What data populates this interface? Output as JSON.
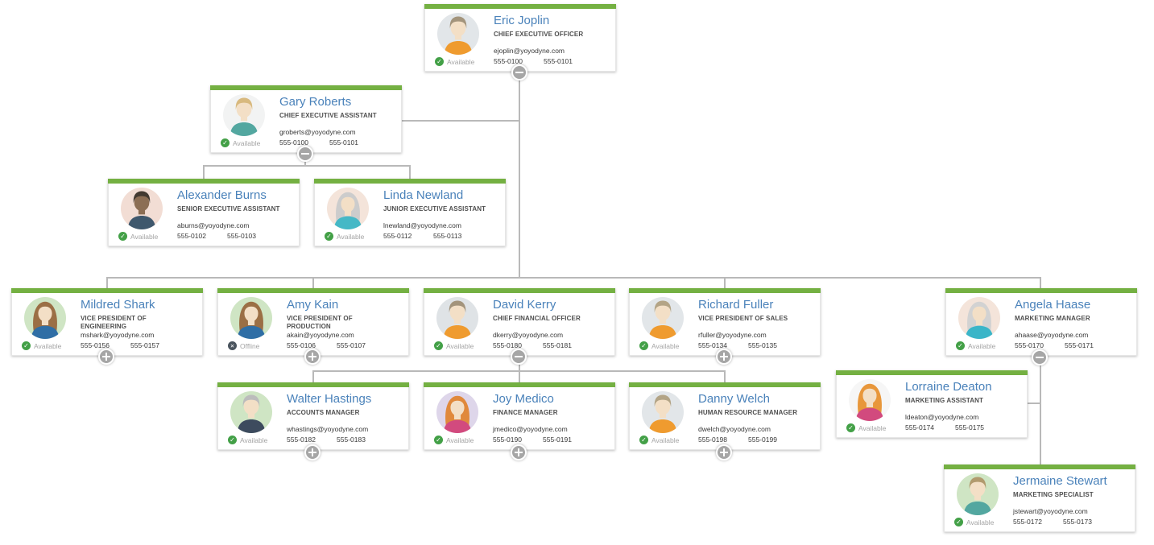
{
  "theme": {
    "accent_green": "#74b042",
    "name_link_color": "#4a82ba",
    "connector_color": "#b9b9b9",
    "available_color": "#43a047",
    "offline_color": "#4a545e"
  },
  "people": [
    {
      "name": "Eric Joplin",
      "title": "CHIEF EXECUTIVE OFFICER",
      "email": "ejoplin@yoyodyne.com",
      "phone1": "555-0100",
      "phone2": "555-0101",
      "status": "Available",
      "status_type": "available",
      "reports_to": null,
      "avatar": {
        "style": "male",
        "bg": "#e2e6e9",
        "hair": "#a3947c",
        "skin": "#f3dfc6",
        "shirt": "#ef9b2f"
      }
    },
    {
      "name": "Gary Roberts",
      "title": "CHIEF EXECUTIVE ASSISTANT",
      "email": "groberts@yoyodyne.com",
      "phone1": "555-0100",
      "phone2": "555-0101",
      "status": "Available",
      "status_type": "available",
      "reports_to": "Eric Joplin",
      "avatar": {
        "style": "male",
        "bg": "#f2f3f3",
        "hair": "#d8b97e",
        "skin": "#f3dfc6",
        "shirt": "#53a7a0"
      }
    },
    {
      "name": "Alexander Burns",
      "title": "SENIOR EXECUTIVE ASSISTANT",
      "email": "aburns@yoyodyne.com",
      "phone1": "555-0102",
      "phone2": "555-0103",
      "status": "Available",
      "status_type": "available",
      "reports_to": "Gary Roberts",
      "avatar": {
        "style": "male",
        "bg": "#f2ddd4",
        "hair": "#433a31",
        "skin": "#8c6e54",
        "shirt": "#3f586d"
      }
    },
    {
      "name": "Linda Newland",
      "title": "JUNIOR EXECUTIVE ASSISTANT",
      "email": "lnewland@yoyodyne.com",
      "phone1": "555-0112",
      "phone2": "555-0113",
      "status": "Available",
      "status_type": "available",
      "reports_to": "Gary Roberts",
      "avatar": {
        "style": "female",
        "bg": "#f4e4da",
        "hair": "#cccccc",
        "skin": "#f3dfc6",
        "shirt": "#45b8c6"
      }
    },
    {
      "name": "Mildred Shark",
      "title": "VICE PRESIDENT OF ENGINEERING",
      "email": "mshark@yoyodyne.com",
      "phone1": "555-0156",
      "phone2": "555-0157",
      "status": "Available",
      "status_type": "available",
      "reports_to": "Eric Joplin",
      "avatar": {
        "style": "female",
        "bg": "#cfe5c4",
        "hair": "#9b6f45",
        "skin": "#f3dfc6",
        "shirt": "#2f6ea5"
      }
    },
    {
      "name": "Amy Kain",
      "title": "VICE PRESIDENT OF PRODUCTION",
      "email": "akain@yoyodyne.com",
      "phone1": "555-0106",
      "phone2": "555-0107",
      "status": "Offline",
      "status_type": "offline",
      "reports_to": "Eric Joplin",
      "avatar": {
        "style": "female",
        "bg": "#cfe5c4",
        "hair": "#9b6f45",
        "skin": "#f3dfc6",
        "shirt": "#2f6ea5"
      }
    },
    {
      "name": "David Kerry",
      "title": "CHIEF FINANCIAL OFFICER",
      "email": "dkerry@yoyodyne.com",
      "phone1": "555-0180",
      "phone2": "555-0181",
      "status": "Available",
      "status_type": "available",
      "reports_to": "Eric Joplin",
      "avatar": {
        "style": "male",
        "bg": "#dfe3e6",
        "hair": "#a3947c",
        "skin": "#f3dfc6",
        "shirt": "#ef9b2f"
      }
    },
    {
      "name": "Richard Fuller",
      "title": "VICE PRESIDENT OF SALES",
      "email": "rfuller@yoyodyne.com",
      "phone1": "555-0134",
      "phone2": "555-0135",
      "status": "Available",
      "status_type": "available",
      "reports_to": "Eric Joplin",
      "avatar": {
        "style": "male",
        "bg": "#e2e6e9",
        "hair": "#b3a486",
        "skin": "#f3dfc6",
        "shirt": "#ef9b2f"
      }
    },
    {
      "name": "Angela Haase",
      "title": "MARKETING MANAGER",
      "email": "ahaase@yoyodyne.com",
      "phone1": "555-0170",
      "phone2": "555-0171",
      "status": "Available",
      "status_type": "available",
      "reports_to": "Eric Joplin",
      "avatar": {
        "style": "female",
        "bg": "#f4e4da",
        "hair": "#d2d2d2",
        "skin": "#f3dfc6",
        "shirt": "#3ab5c8"
      }
    },
    {
      "name": "Walter Hastings",
      "title": "ACCOUNTS MANAGER",
      "email": "whastings@yoyodyne.com",
      "phone1": "555-0182",
      "phone2": "555-0183",
      "status": "Available",
      "status_type": "available",
      "reports_to": "David Kerry",
      "avatar": {
        "style": "male",
        "bg": "#cfe5c4",
        "hair": "#bcbcbc",
        "skin": "#f3dfc6",
        "shirt": "#3d4b5e"
      }
    },
    {
      "name": "Joy Medico",
      "title": "FINANCE MANAGER",
      "email": "jmedico@yoyodyne.com",
      "phone1": "555-0190",
      "phone2": "555-0191",
      "status": "Available",
      "status_type": "available",
      "reports_to": "David Kerry",
      "avatar": {
        "style": "female",
        "bg": "#ded6ea",
        "hair": "#e0893c",
        "skin": "#f3dfc6",
        "shirt": "#d24a7e"
      }
    },
    {
      "name": "Danny Welch",
      "title": "HUMAN RESOURCE MANAGER",
      "email": "dwelch@yoyodyne.com",
      "phone1": "555-0198",
      "phone2": "555-0199",
      "status": "Available",
      "status_type": "available",
      "reports_to": "David Kerry",
      "avatar": {
        "style": "male",
        "bg": "#e2e6e9",
        "hair": "#b3a486",
        "skin": "#f3dfc6",
        "shirt": "#ef9b2f"
      }
    },
    {
      "name": "Lorraine Deaton",
      "title": "MARKETING ASSISTANT",
      "email": "ldeaton@yoyodyne.com",
      "phone1": "555-0174",
      "phone2": "555-0175",
      "status": "Available",
      "status_type": "available",
      "reports_to": "Angela Haase",
      "avatar": {
        "style": "female",
        "bg": "#f6f6f6",
        "hair": "#e8973b",
        "skin": "#f3dfc6",
        "shirt": "#d24a7e"
      }
    },
    {
      "name": "Jermaine Stewart",
      "title": "MARKETING SPECIALIST",
      "email": "jstewart@yoyodyne.com",
      "phone1": "555-0172",
      "phone2": "555-0173",
      "status": "Available",
      "status_type": "available",
      "reports_to": "Angela Haase",
      "avatar": {
        "style": "male",
        "bg": "#cfe5c4",
        "hair": "#b19a6e",
        "skin": "#f3dfc6",
        "shirt": "#53a7a0"
      }
    }
  ]
}
